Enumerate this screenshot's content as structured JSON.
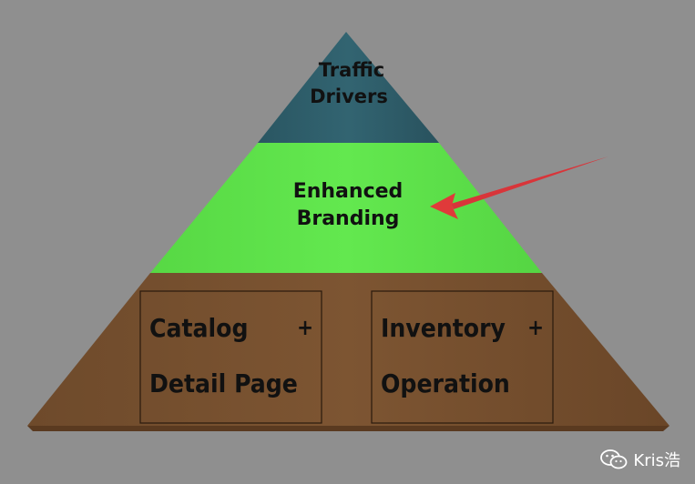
{
  "pyramid": {
    "top_tier": {
      "line1": "Traffic",
      "line2": "Drivers",
      "color": "#2f5e6b"
    },
    "middle_tier": {
      "line1": "Enhanced",
      "line2": "Branding",
      "color": "#5ee34a"
    },
    "base_tier": {
      "color": "#7a5230",
      "left_box": {
        "line1": "Catalog",
        "plus": "+",
        "line2": "Detail Page"
      },
      "right_box": {
        "line1": "Inventory",
        "plus": "+",
        "line2": "Operation"
      }
    }
  },
  "arrow": {
    "color": "#e03a3a"
  },
  "watermark": {
    "text": "Kris浩"
  },
  "background": "#8f8f8f"
}
